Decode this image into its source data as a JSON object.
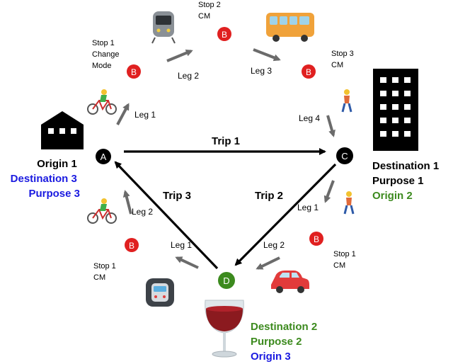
{
  "nodes": {
    "a": "A",
    "b": "B",
    "c": "C",
    "d": "D"
  },
  "trips": {
    "trip1": "Trip 1",
    "trip2": "Trip 2",
    "trip3": "Trip 3"
  },
  "legs": {
    "t1_leg1": "Leg 1",
    "t1_leg2": "Leg 2",
    "t1_leg3": "Leg 3",
    "t1_leg4": "Leg 4",
    "t2_leg1": "Leg 1",
    "t2_leg2": "Leg 2",
    "t3_leg1": "Leg 1",
    "t3_leg2": "Leg 2"
  },
  "stops": {
    "t1_stop1": [
      "Stop 1",
      "Change",
      "Mode"
    ],
    "t1_stop2": [
      "Stop 2",
      "CM"
    ],
    "t1_stop3": [
      "Stop 3",
      "CM"
    ],
    "t2_stop1": [
      "Stop 1",
      "CM"
    ],
    "t3_stop1": [
      "Stop 1",
      "CM"
    ]
  },
  "places": {
    "home": [
      "Origin 1",
      "Destination 3",
      "Purpose 3"
    ],
    "office": [
      "Destination 1",
      "Purpose 1",
      "Origin 2"
    ],
    "bar": [
      "Destination 2",
      "Purpose 2",
      "Origin 3"
    ]
  },
  "colors": {
    "black": "#000000",
    "blue": "#1a1ae0",
    "green": "#3c8a1e",
    "stop_red": "#e02020",
    "arrow_grey": "#6b6b6b",
    "node_green": "#3c8a1e"
  },
  "icons": [
    "house-icon",
    "office-building-icon",
    "wine-glass-icon",
    "bicycle-icon",
    "train-icon",
    "bus-icon",
    "walking-person-icon",
    "car-icon",
    "metro-icon"
  ]
}
